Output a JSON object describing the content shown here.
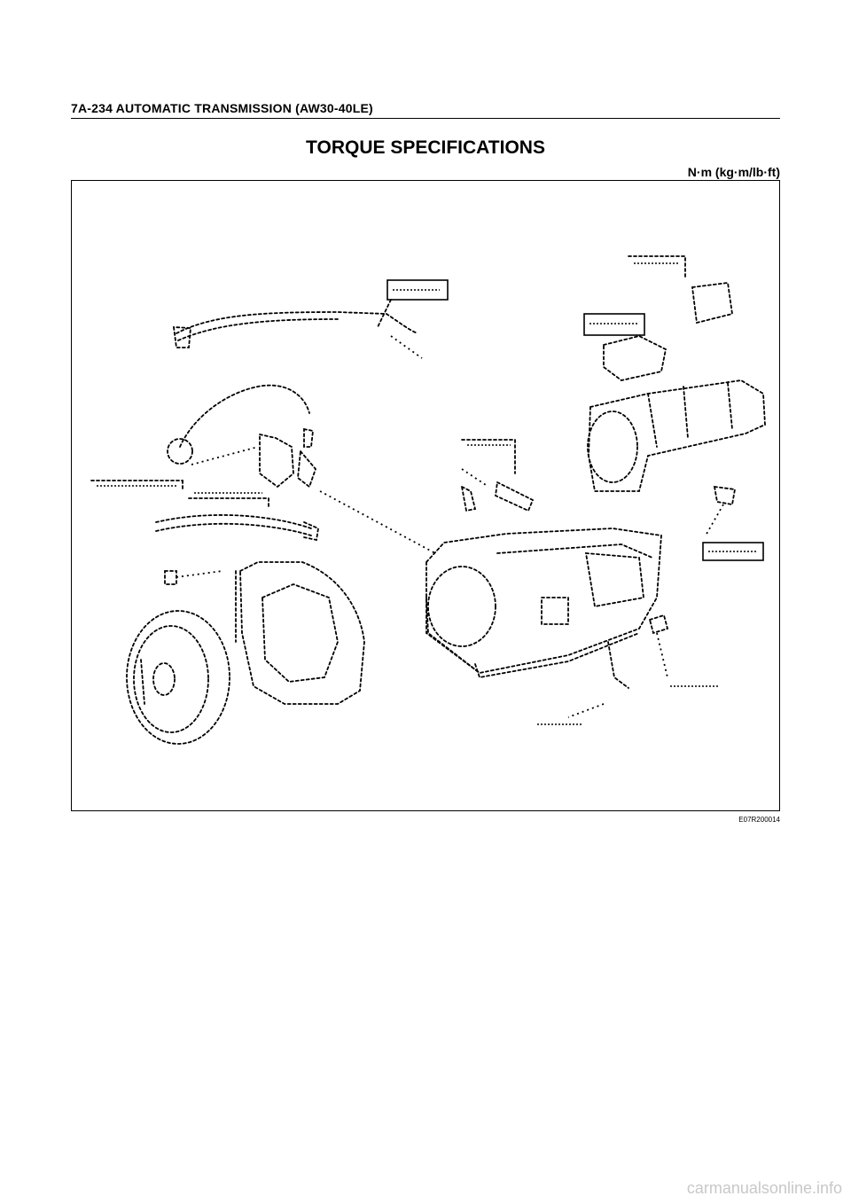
{
  "header": {
    "text": "7A-234  AUTOMATIC TRANSMISSION (AW30-40LE)"
  },
  "title": "TORQUE SPECIFICATIONS",
  "units": "N·m (kg·m/lb·ft)",
  "figure": {
    "code": "E07R200014"
  },
  "watermark": "carmanualsonline.info"
}
